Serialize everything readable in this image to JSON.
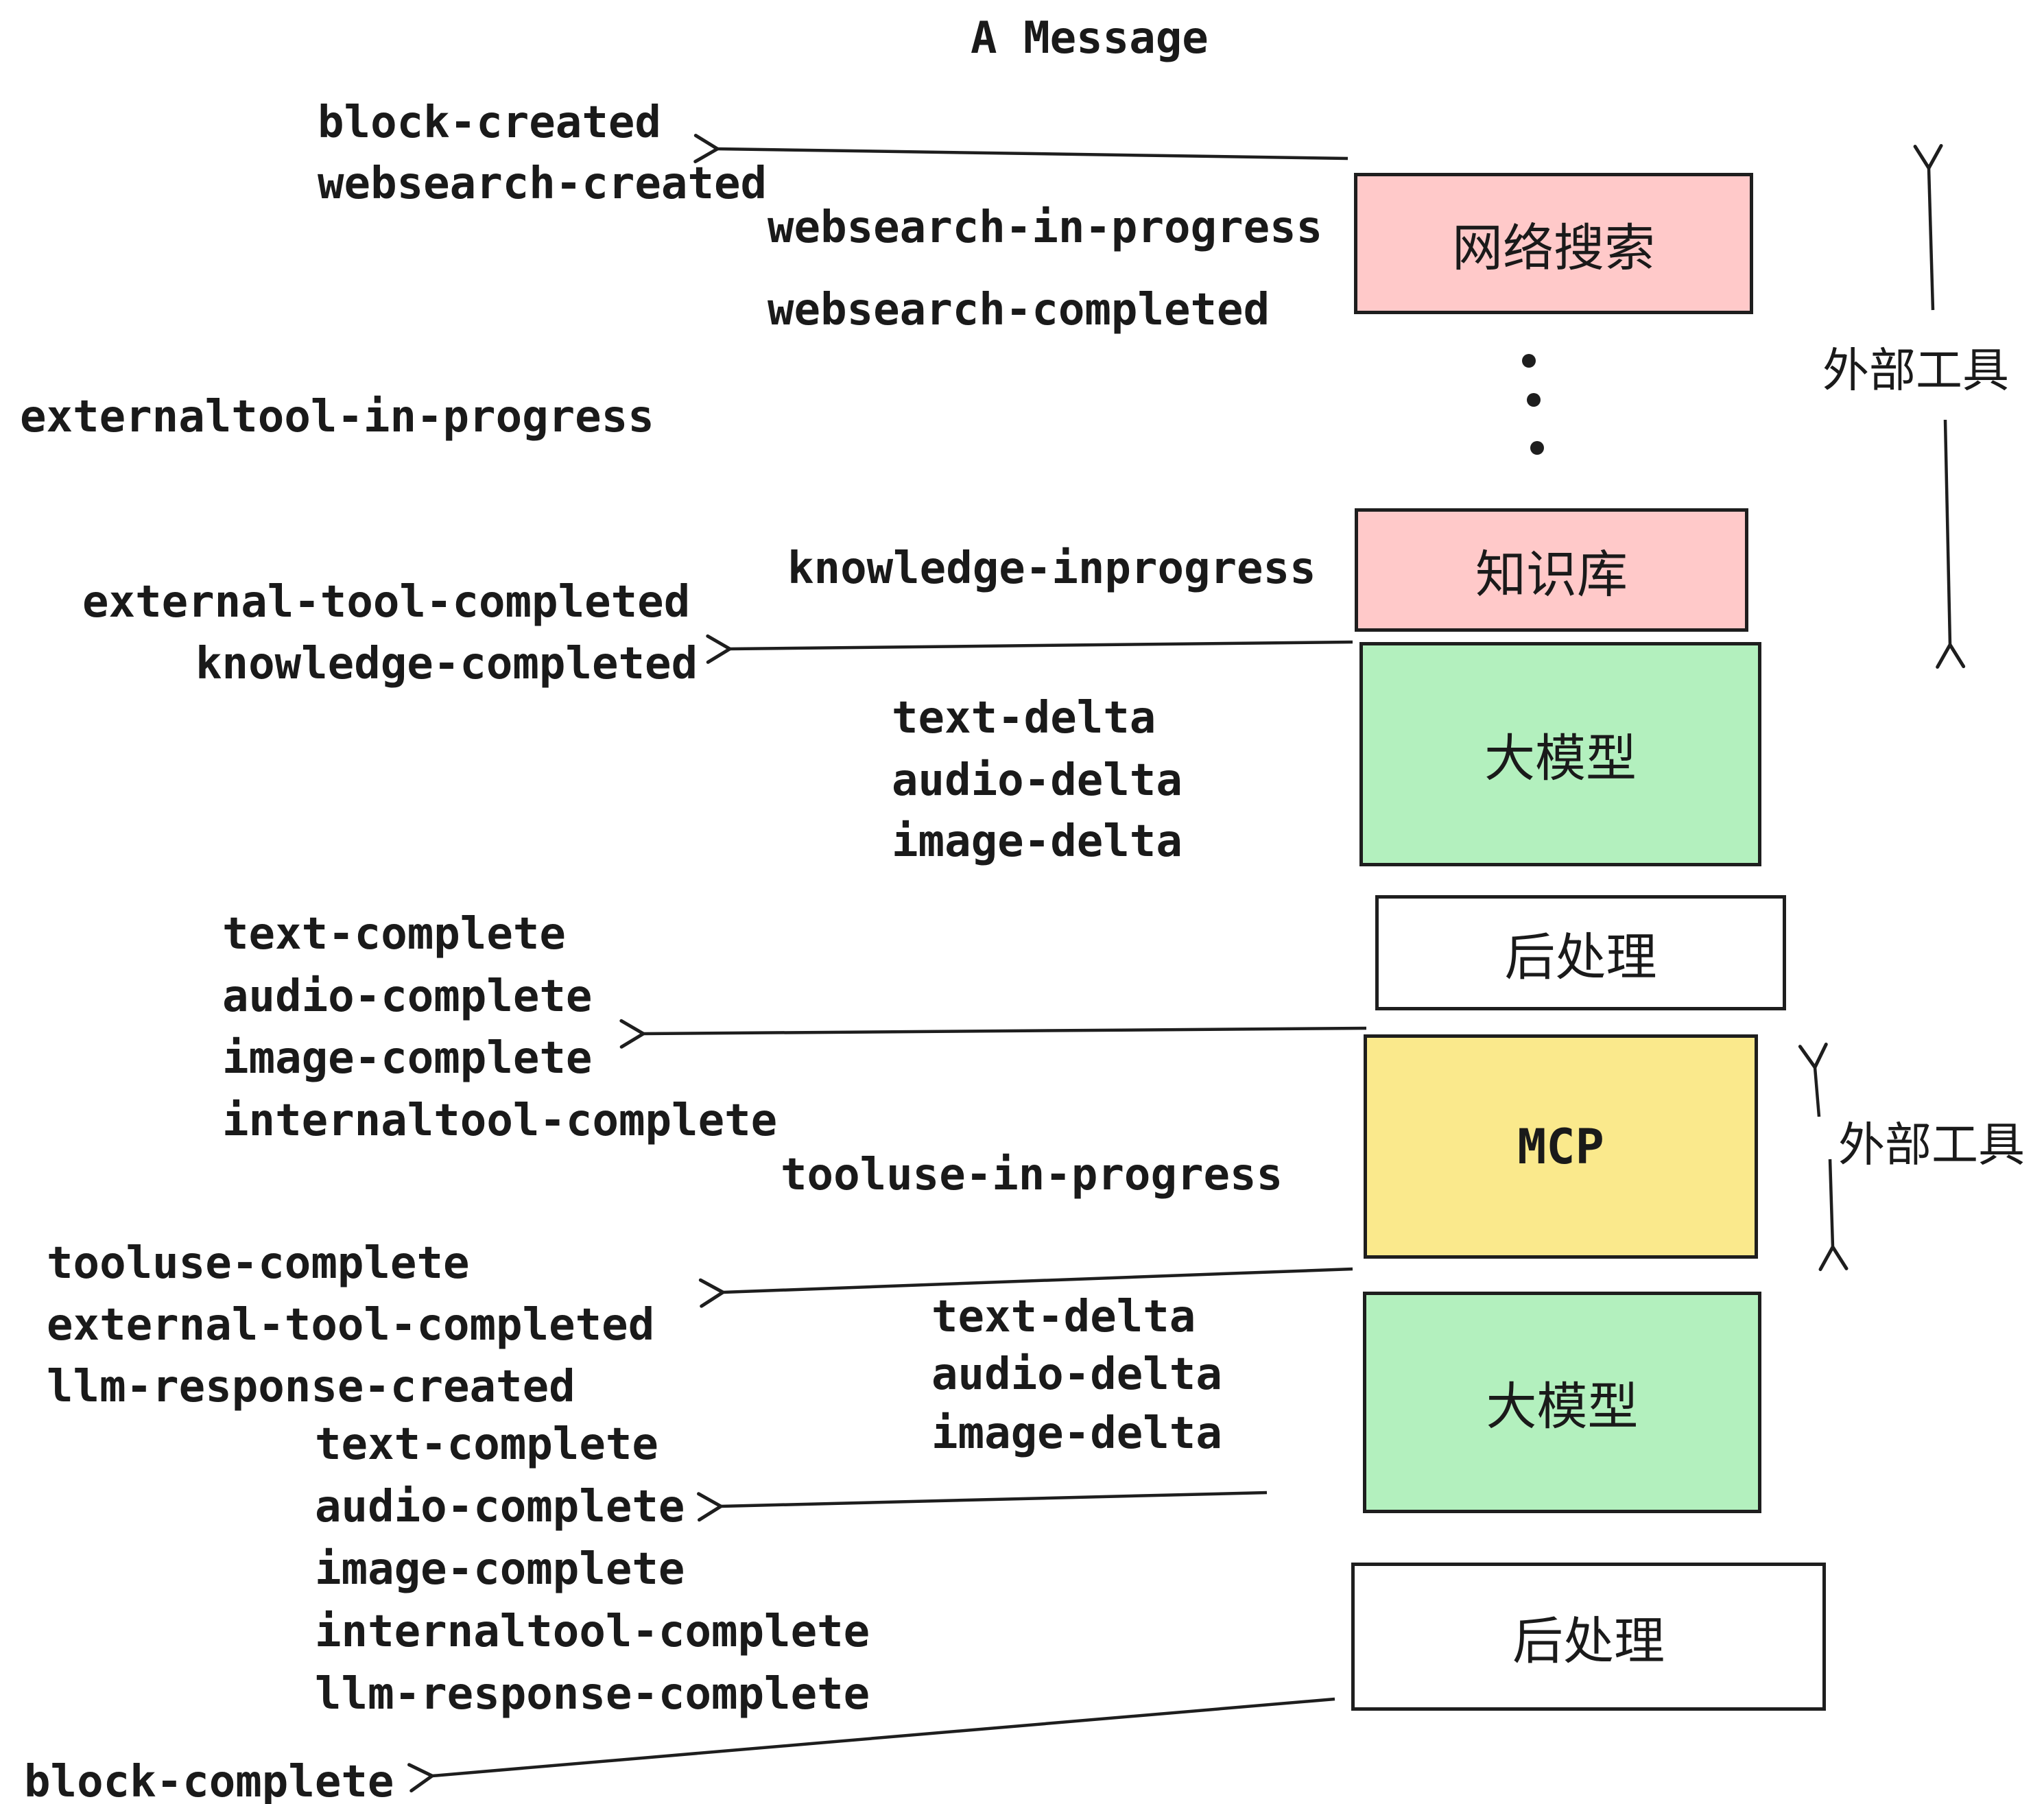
{
  "title": "A Message",
  "events": {
    "block_created": "block-created",
    "websearch_created": "websearch-created",
    "websearch_in_progress": "websearch-in-progress",
    "websearch_completed": "websearch-completed",
    "externaltool_in_progress": "externaltool-in-progress",
    "external_tool_completed_1": "external-tool-completed",
    "knowledge_inprogress": "knowledge-inprogress",
    "knowledge_completed": "knowledge-completed",
    "text_delta_1": "text-delta",
    "audio_delta_1": "audio-delta",
    "image_delta_1": "image-delta",
    "text_complete_1": "text-complete",
    "audio_complete_1": "audio-complete",
    "image_complete_1": "image-complete",
    "internaltool_complete_1": "internaltool-complete",
    "tooluse_in_progress": "tooluse-in-progress",
    "tooluse_complete": "tooluse-complete",
    "external_tool_completed_2": "external-tool-completed",
    "llm_response_created": "llm-response-created",
    "text_complete_2": "text-complete",
    "audio_complete_2": "audio-complete",
    "image_complete_2": "image-complete",
    "internaltool_complete_2": "internaltool-complete",
    "llm_response_complete": "llm-response-complete",
    "text_delta_2": "text-delta",
    "audio_delta_2": "audio-delta",
    "image_delta_2": "image-delta",
    "block_complete": "block-complete"
  },
  "boxes": {
    "websearch": {
      "label": "网络搜索",
      "color": "#FFC9C9"
    },
    "knowledge": {
      "label": "知识库",
      "color": "#FFC9C9"
    },
    "llm_1": {
      "label": "大模型",
      "color": "#B3F0BE"
    },
    "post_1": {
      "label": "后处理",
      "color": "#FFFFFF"
    },
    "mcp": {
      "label": "MCP",
      "color": "#FAE98C"
    },
    "llm_2": {
      "label": "大模型",
      "color": "#B3F0BE"
    },
    "post_2": {
      "label": "后处理",
      "color": "#FFFFFF"
    }
  },
  "side_labels": {
    "external_tools_1": "外部工具",
    "external_tools_2": "外部工具"
  },
  "colors": {
    "stroke": "#1e1e1e",
    "text": "#1a1a1a",
    "pink": "#FFC9C9",
    "green": "#B3F0BE",
    "yellow": "#FAE98C",
    "white": "#FFFFFF"
  }
}
